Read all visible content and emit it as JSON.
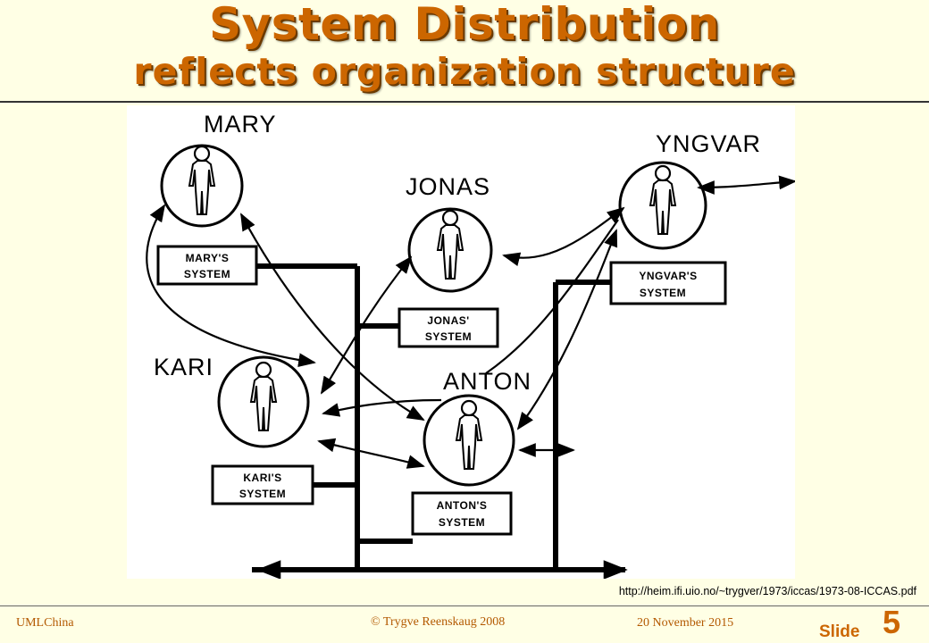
{
  "title": {
    "line1": "System Distribution",
    "line2": "reflects organization structure"
  },
  "diagram": {
    "people": [
      {
        "id": "mary",
        "name": "MARY",
        "system": [
          "MARY'S",
          "SYSTEM"
        ]
      },
      {
        "id": "jonas",
        "name": "JONAS",
        "system": [
          "JONAS'",
          "SYSTEM"
        ]
      },
      {
        "id": "yngvar",
        "name": "YNGVAR",
        "system": [
          "YNGVAR'S",
          "SYSTEM"
        ]
      },
      {
        "id": "kari",
        "name": "KARI",
        "system": [
          "KARI'S",
          "SYSTEM"
        ]
      },
      {
        "id": "anton",
        "name": "ANTON",
        "system": [
          "ANTON'S",
          "SYSTEM"
        ]
      }
    ]
  },
  "source_url": "http://heim.ifi.uio.no/~trygver/1973/iccas/1973-08-ICCAS.pdf",
  "footer": {
    "org": "UMLChina",
    "copyright": "© Trygve Reenskaug 2008",
    "date": "20 November 2015",
    "slide_label": "Slide",
    "slide_number": "5"
  },
  "colors": {
    "title": "#CC6600",
    "background": "#FFFFE5",
    "footer_text": "#B35900"
  }
}
